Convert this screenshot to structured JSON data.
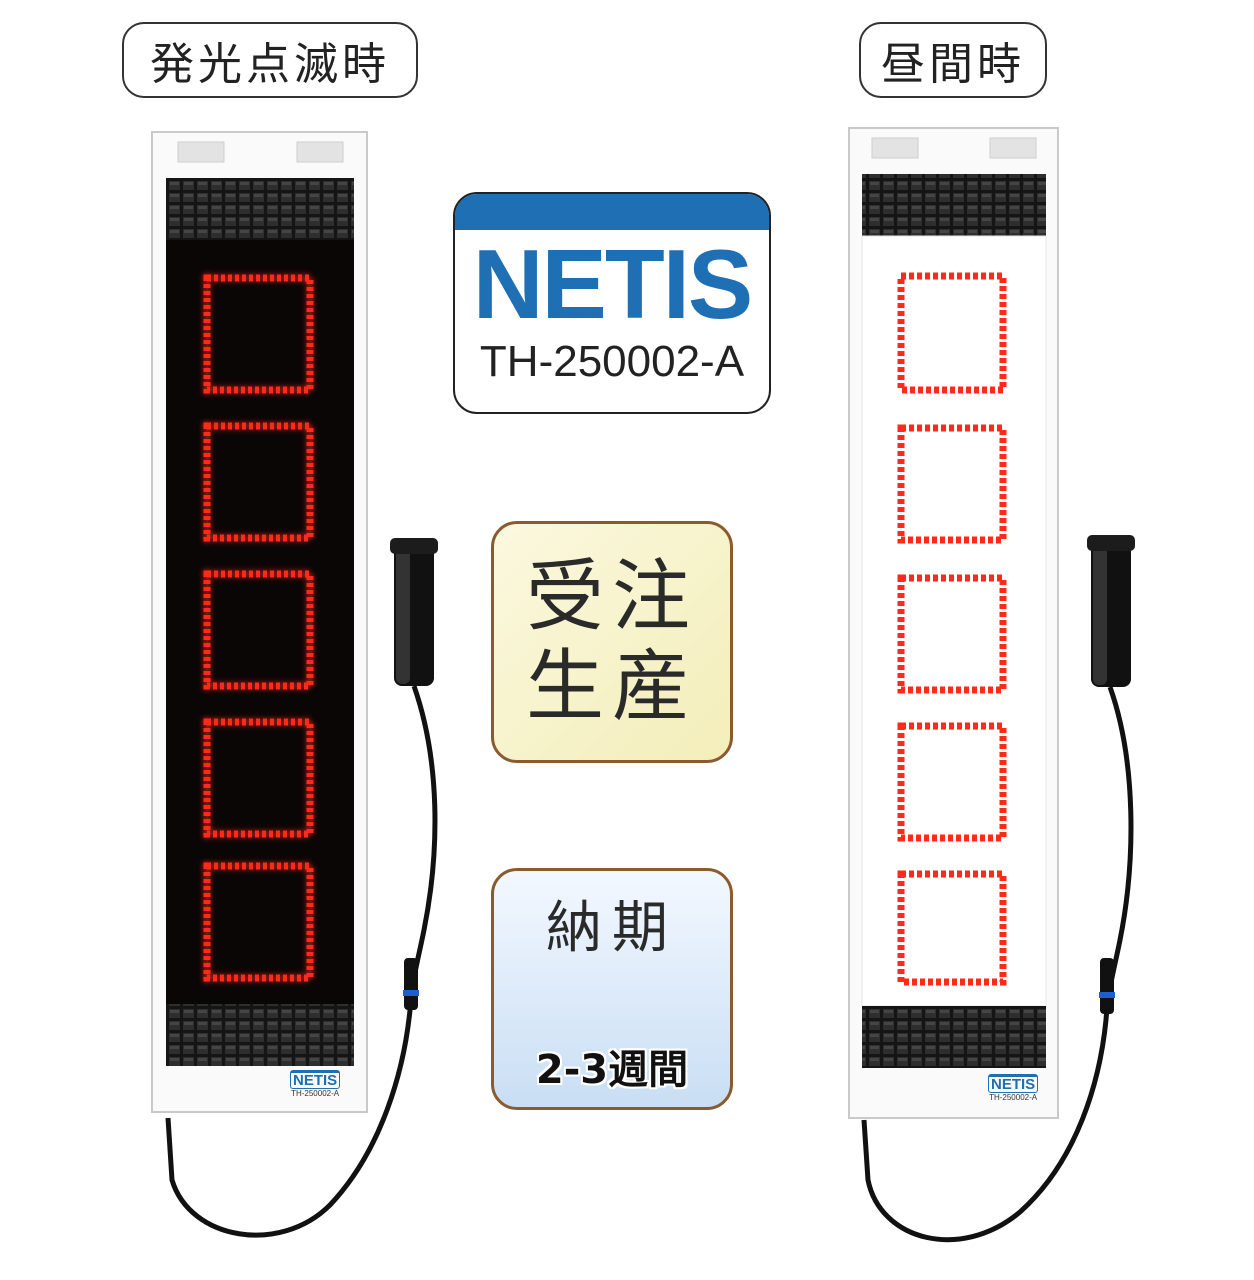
{
  "labels": {
    "blink": "発光点滅時",
    "daytime": "昼間時"
  },
  "netis": {
    "name": "NETIS",
    "code": "TH-250002-A"
  },
  "order": {
    "line1": "受注",
    "line2": "生産"
  },
  "delivery": {
    "title": "納期",
    "weeks": "2-3週間",
    "icon": "box-icon"
  },
  "colors": {
    "led_red": "#ff2a1a",
    "netis_blue": "#1e6fb3",
    "order_bg": "#f3eeb9",
    "delivery_bg": "#c9def4",
    "card_border": "#8a5b2e"
  }
}
